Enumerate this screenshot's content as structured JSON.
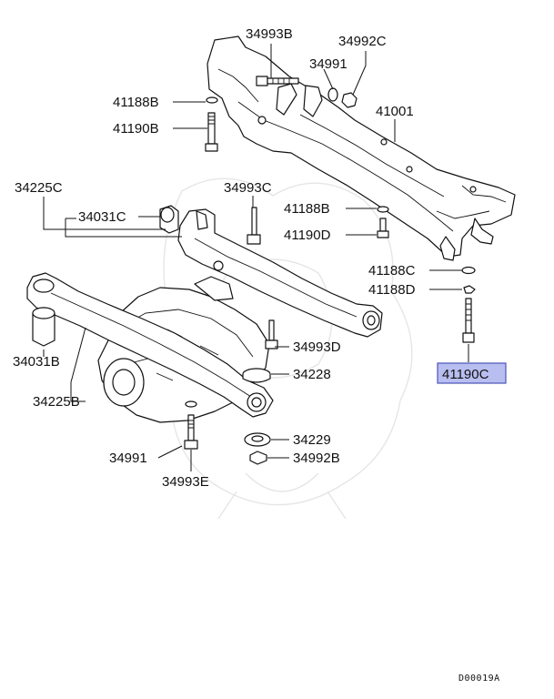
{
  "diagram": {
    "labels": {
      "p34993B": "34993B",
      "p34992C": "34992C",
      "p34991_top": "34991",
      "p41188B_top": "41188B",
      "p41190B": "41190B",
      "p41001": "41001",
      "p34225C": "34225C",
      "p34993C": "34993C",
      "p34031C": "34031C",
      "p41188B_mid": "41188B",
      "p41190D": "41190D",
      "p41188C": "41188C",
      "p41188D": "41188D",
      "p34031B": "34031B",
      "p34993D": "34993D",
      "p41190C": "41190C",
      "p34228": "34228",
      "p34225B": "34225B",
      "p34229": "34229",
      "p34991_bot": "34991",
      "p34992B": "34992B",
      "p34993E": "34993E"
    },
    "highlight": {
      "part": "41190C",
      "fill": "#b9bef0",
      "border": "#4a55b8"
    },
    "footer_code": "D00019A"
  }
}
